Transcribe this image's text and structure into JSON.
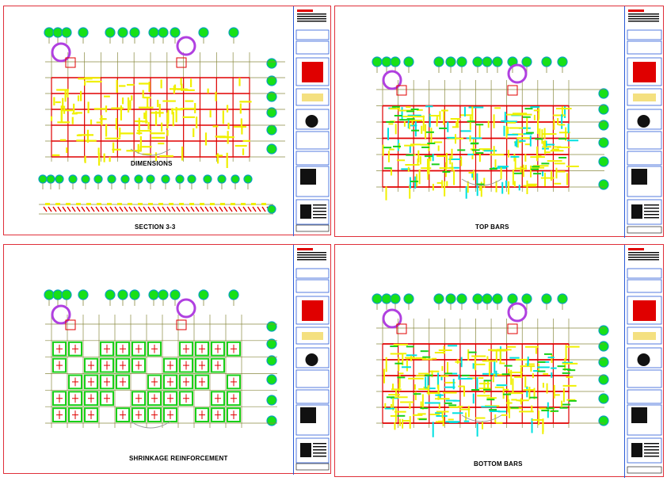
{
  "sheets": [
    {
      "id": "s1",
      "titles": [
        "DIMENSIONS",
        "SECTION 3-3"
      ]
    },
    {
      "id": "s2",
      "titles": [
        "TOP BARS"
      ]
    },
    {
      "id": "s3",
      "titles": [
        "SHRINKAGE REINFORCEMENT"
      ]
    },
    {
      "id": "s4",
      "titles": [
        "BOTTOM BARS"
      ]
    }
  ],
  "colors": {
    "frame": "#e0303a",
    "grid": "#8a8a40",
    "beam": "#e00000",
    "bar_yellow": "#f0f000",
    "bar_cyan": "#00e0e0",
    "bubble_fill": "#18e018",
    "bubble_ring": "#0aa0c0",
    "slab_green": "#18d018",
    "stair_purple": "#b040e0",
    "titleblock_border": "#2a5bd7"
  }
}
